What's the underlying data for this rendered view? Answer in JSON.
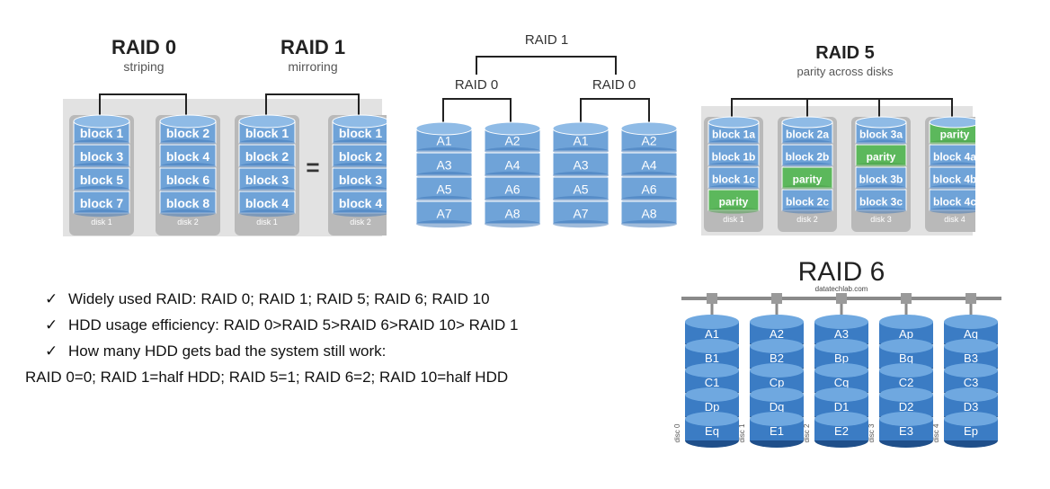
{
  "raid0": {
    "title": "RAID 0",
    "subtitle": "striping",
    "disks": [
      {
        "label": "disk 1",
        "blocks": [
          "block 1",
          "block 3",
          "block 5",
          "block 7"
        ]
      },
      {
        "label": "disk 2",
        "blocks": [
          "block 2",
          "block 4",
          "block 6",
          "block 8"
        ]
      }
    ]
  },
  "raid1": {
    "title": "RAID 1",
    "subtitle": "mirroring",
    "equals": "=",
    "disks": [
      {
        "label": "disk 1",
        "blocks": [
          "block 1",
          "block 2",
          "block 3",
          "block 4"
        ]
      },
      {
        "label": "disk 2",
        "blocks": [
          "block 1",
          "block 2",
          "block 3",
          "block 4"
        ]
      }
    ]
  },
  "raid10": {
    "top_label": "RAID 1",
    "left_label": "RAID 0",
    "right_label": "RAID 0",
    "disks": [
      {
        "blocks": [
          "A1",
          "A3",
          "A5",
          "A7"
        ]
      },
      {
        "blocks": [
          "A2",
          "A4",
          "A6",
          "A8"
        ]
      },
      {
        "blocks": [
          "A1",
          "A3",
          "A5",
          "A7"
        ]
      },
      {
        "blocks": [
          "A2",
          "A4",
          "A6",
          "A8"
        ]
      }
    ]
  },
  "raid5": {
    "title": "RAID 5",
    "subtitle": "parity across disks",
    "disks": [
      {
        "label": "disk 1",
        "blocks": [
          "block 1a",
          "block 1b",
          "block 1c",
          "parity"
        ]
      },
      {
        "label": "disk 2",
        "blocks": [
          "block 2a",
          "block 2b",
          "parity",
          "block 2c"
        ]
      },
      {
        "label": "disk 3",
        "blocks": [
          "block 3a",
          "parity",
          "block 3b",
          "block 3c"
        ]
      },
      {
        "label": "disk 4",
        "blocks": [
          "parity",
          "block 4a",
          "block 4b",
          "block 4c"
        ]
      }
    ]
  },
  "raid6": {
    "title": "RAID 6",
    "source": "datatechlab.com",
    "disks": [
      {
        "label": "disc 0",
        "blocks": [
          "A1",
          "B1",
          "C1",
          "Dp",
          "Eq"
        ]
      },
      {
        "label": "disc 1",
        "blocks": [
          "A2",
          "B2",
          "Cp",
          "Dq",
          "E1"
        ]
      },
      {
        "label": "disc 2",
        "blocks": [
          "A3",
          "Bp",
          "Cq",
          "D1",
          "E2"
        ]
      },
      {
        "label": "disc 3",
        "blocks": [
          "Ap",
          "Bq",
          "C2",
          "D2",
          "E3"
        ]
      },
      {
        "label": "disc 4",
        "blocks": [
          "Aq",
          "B3",
          "C3",
          "D3",
          "Ep"
        ]
      }
    ]
  },
  "notes": {
    "check": "✓",
    "items": [
      "Widely used RAID: RAID 0; RAID 1; RAID 5; RAID 6; RAID 10",
      "HDD usage efficiency: RAID 0>RAID 5>RAID 6>RAID 10> RAID 1",
      "How many HDD gets bad the system still work:"
    ],
    "continuation": "RAID 0=0; RAID 1=half HDD; RAID 5=1; RAID 6=2; RAID 10=half HDD"
  },
  "colors": {
    "disk_blue": "#6fa3d8",
    "disk_blue_dark": "#3f78b8",
    "parity_green": "#5cb85c",
    "bg_gray": "#dcdcdc"
  }
}
